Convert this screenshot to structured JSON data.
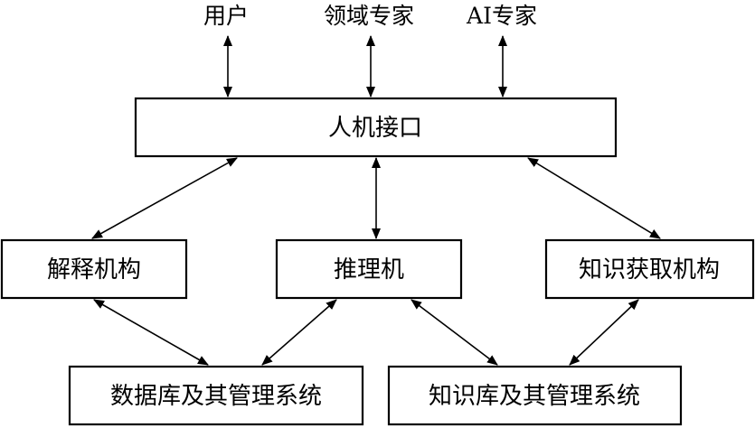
{
  "actors": {
    "user": "用户",
    "domain_expert": "领域专家",
    "ai_expert": "AI专家"
  },
  "boxes": {
    "interface": "人机接口",
    "explanation": "解释机构",
    "inference": "推理机",
    "knowledge_acquisition": "知识获取机构",
    "database_mgmt": "数据库及其管理系统",
    "knowledge_base_mgmt": "知识库及其管理系统"
  },
  "colors": {
    "line": "#000000",
    "background": "#ffffff"
  }
}
